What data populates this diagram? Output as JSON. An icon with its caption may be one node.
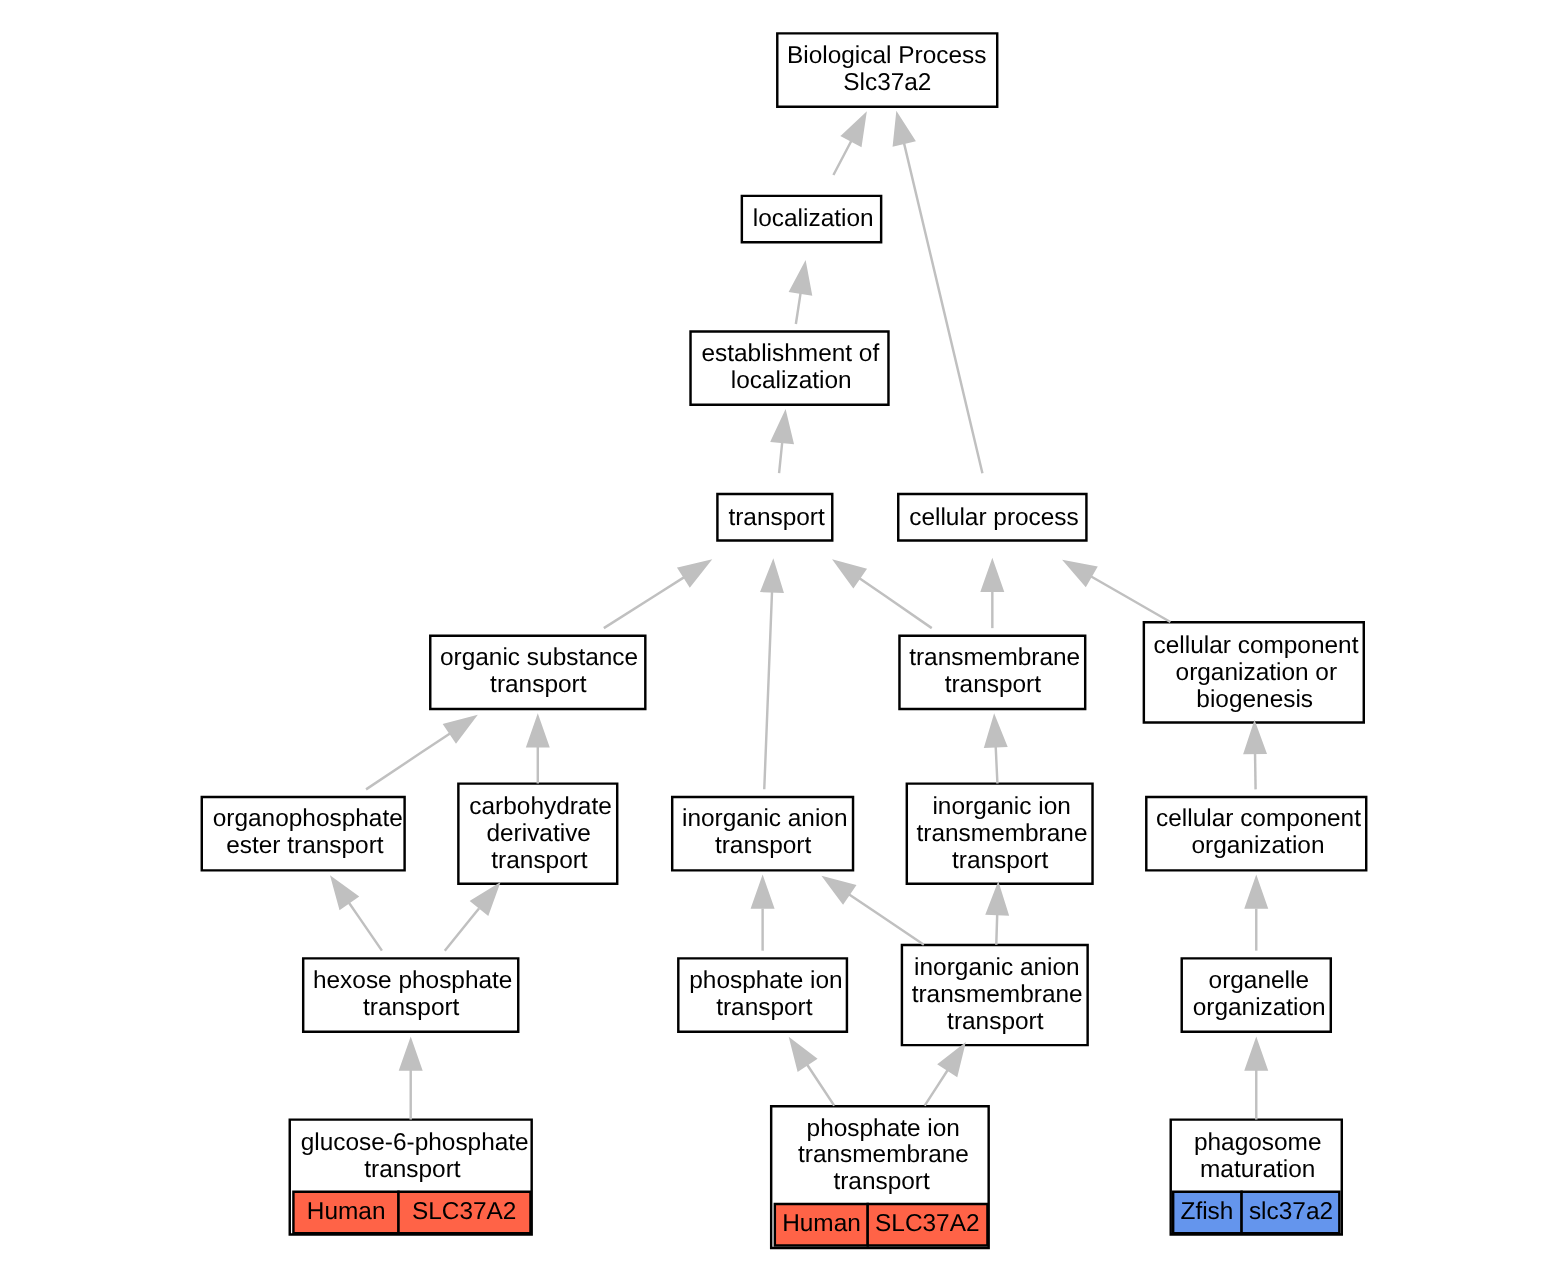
{
  "diagram": {
    "nodes": [
      {
        "text": [
          "Biological Process Slc37a2"
        ]
      },
      {
        "text": [
          "localization"
        ]
      },
      {
        "text": [
          "cellular process"
        ]
      },
      {
        "text": [
          "establishment of localization"
        ]
      },
      {
        "text": [
          "cellular component organization or biogenesis"
        ]
      },
      {
        "text": [
          "transport"
        ]
      },
      {
        "text": [
          "cellular component organization"
        ]
      },
      {
        "text": [
          "organic substance transport"
        ]
      },
      {
        "text": [
          "transmembrane transport"
        ]
      },
      {
        "text": [
          "organelle organization"
        ]
      },
      {
        "text": [
          "organophosphate ester transport"
        ]
      },
      {
        "text": [
          "carbohydrate derivative transport"
        ]
      },
      {
        "text": [
          "inorganic anion transport"
        ]
      },
      {
        "text": [
          "inorganic ion transmembrane transport"
        ]
      },
      {
        "text": [
          "phagosome maturation",
          "Zfish",
          "slc37a2"
        ]
      },
      {
        "text": [
          "hexose phosphate transport"
        ]
      },
      {
        "text": [
          "phosphate ion transport"
        ]
      },
      {
        "text": [
          "inorganic anion transmembrane transport"
        ]
      },
      {
        "text": [
          "glucose-6-phosphate transport",
          "Human",
          "SLC37A2"
        ]
      },
      {
        "text": [
          "phosphate ion transmembrane transport",
          "Human",
          "SLC37A2"
        ]
      }
    ],
    "edges": [
      {
        "from": 1,
        "to": 0,
        "arrow": "to"
      },
      {
        "from": 2,
        "to": 0,
        "arrow": "to"
      },
      {
        "from": 3,
        "to": 1,
        "arrow": "to"
      },
      {
        "from": 4,
        "to": 2,
        "arrow": "to"
      },
      {
        "from": 5,
        "to": 3,
        "arrow": "to"
      },
      {
        "from": 6,
        "to": 4,
        "arrow": "to"
      },
      {
        "from": 7,
        "to": 5,
        "arrow": "to"
      },
      {
        "from": 8,
        "to": 5,
        "arrow": "to"
      },
      {
        "from": 8,
        "to": 2,
        "arrow": "to"
      },
      {
        "from": 9,
        "to": 6,
        "arrow": "to"
      },
      {
        "from": 12,
        "to": 5,
        "arrow": "to"
      },
      {
        "from": 14,
        "to": 9,
        "arrow": "to"
      },
      {
        "from": 10,
        "to": 7,
        "arrow": "to"
      },
      {
        "from": 11,
        "to": 7,
        "arrow": "to"
      },
      {
        "from": 13,
        "to": 8,
        "arrow": "to"
      },
      {
        "from": 15,
        "to": 10,
        "arrow": "to"
      },
      {
        "from": 15,
        "to": 11,
        "arrow": "to"
      },
      {
        "from": 17,
        "to": 12,
        "arrow": "to"
      },
      {
        "from": 17,
        "to": 13,
        "arrow": "to"
      },
      {
        "from": 16,
        "to": 12,
        "arrow": "to"
      },
      {
        "from": 18,
        "to": 15,
        "arrow": "to"
      },
      {
        "from": 19,
        "to": 16,
        "arrow": "to"
      },
      {
        "from": 19,
        "to": 17,
        "arrow": "to"
      }
    ]
  }
}
